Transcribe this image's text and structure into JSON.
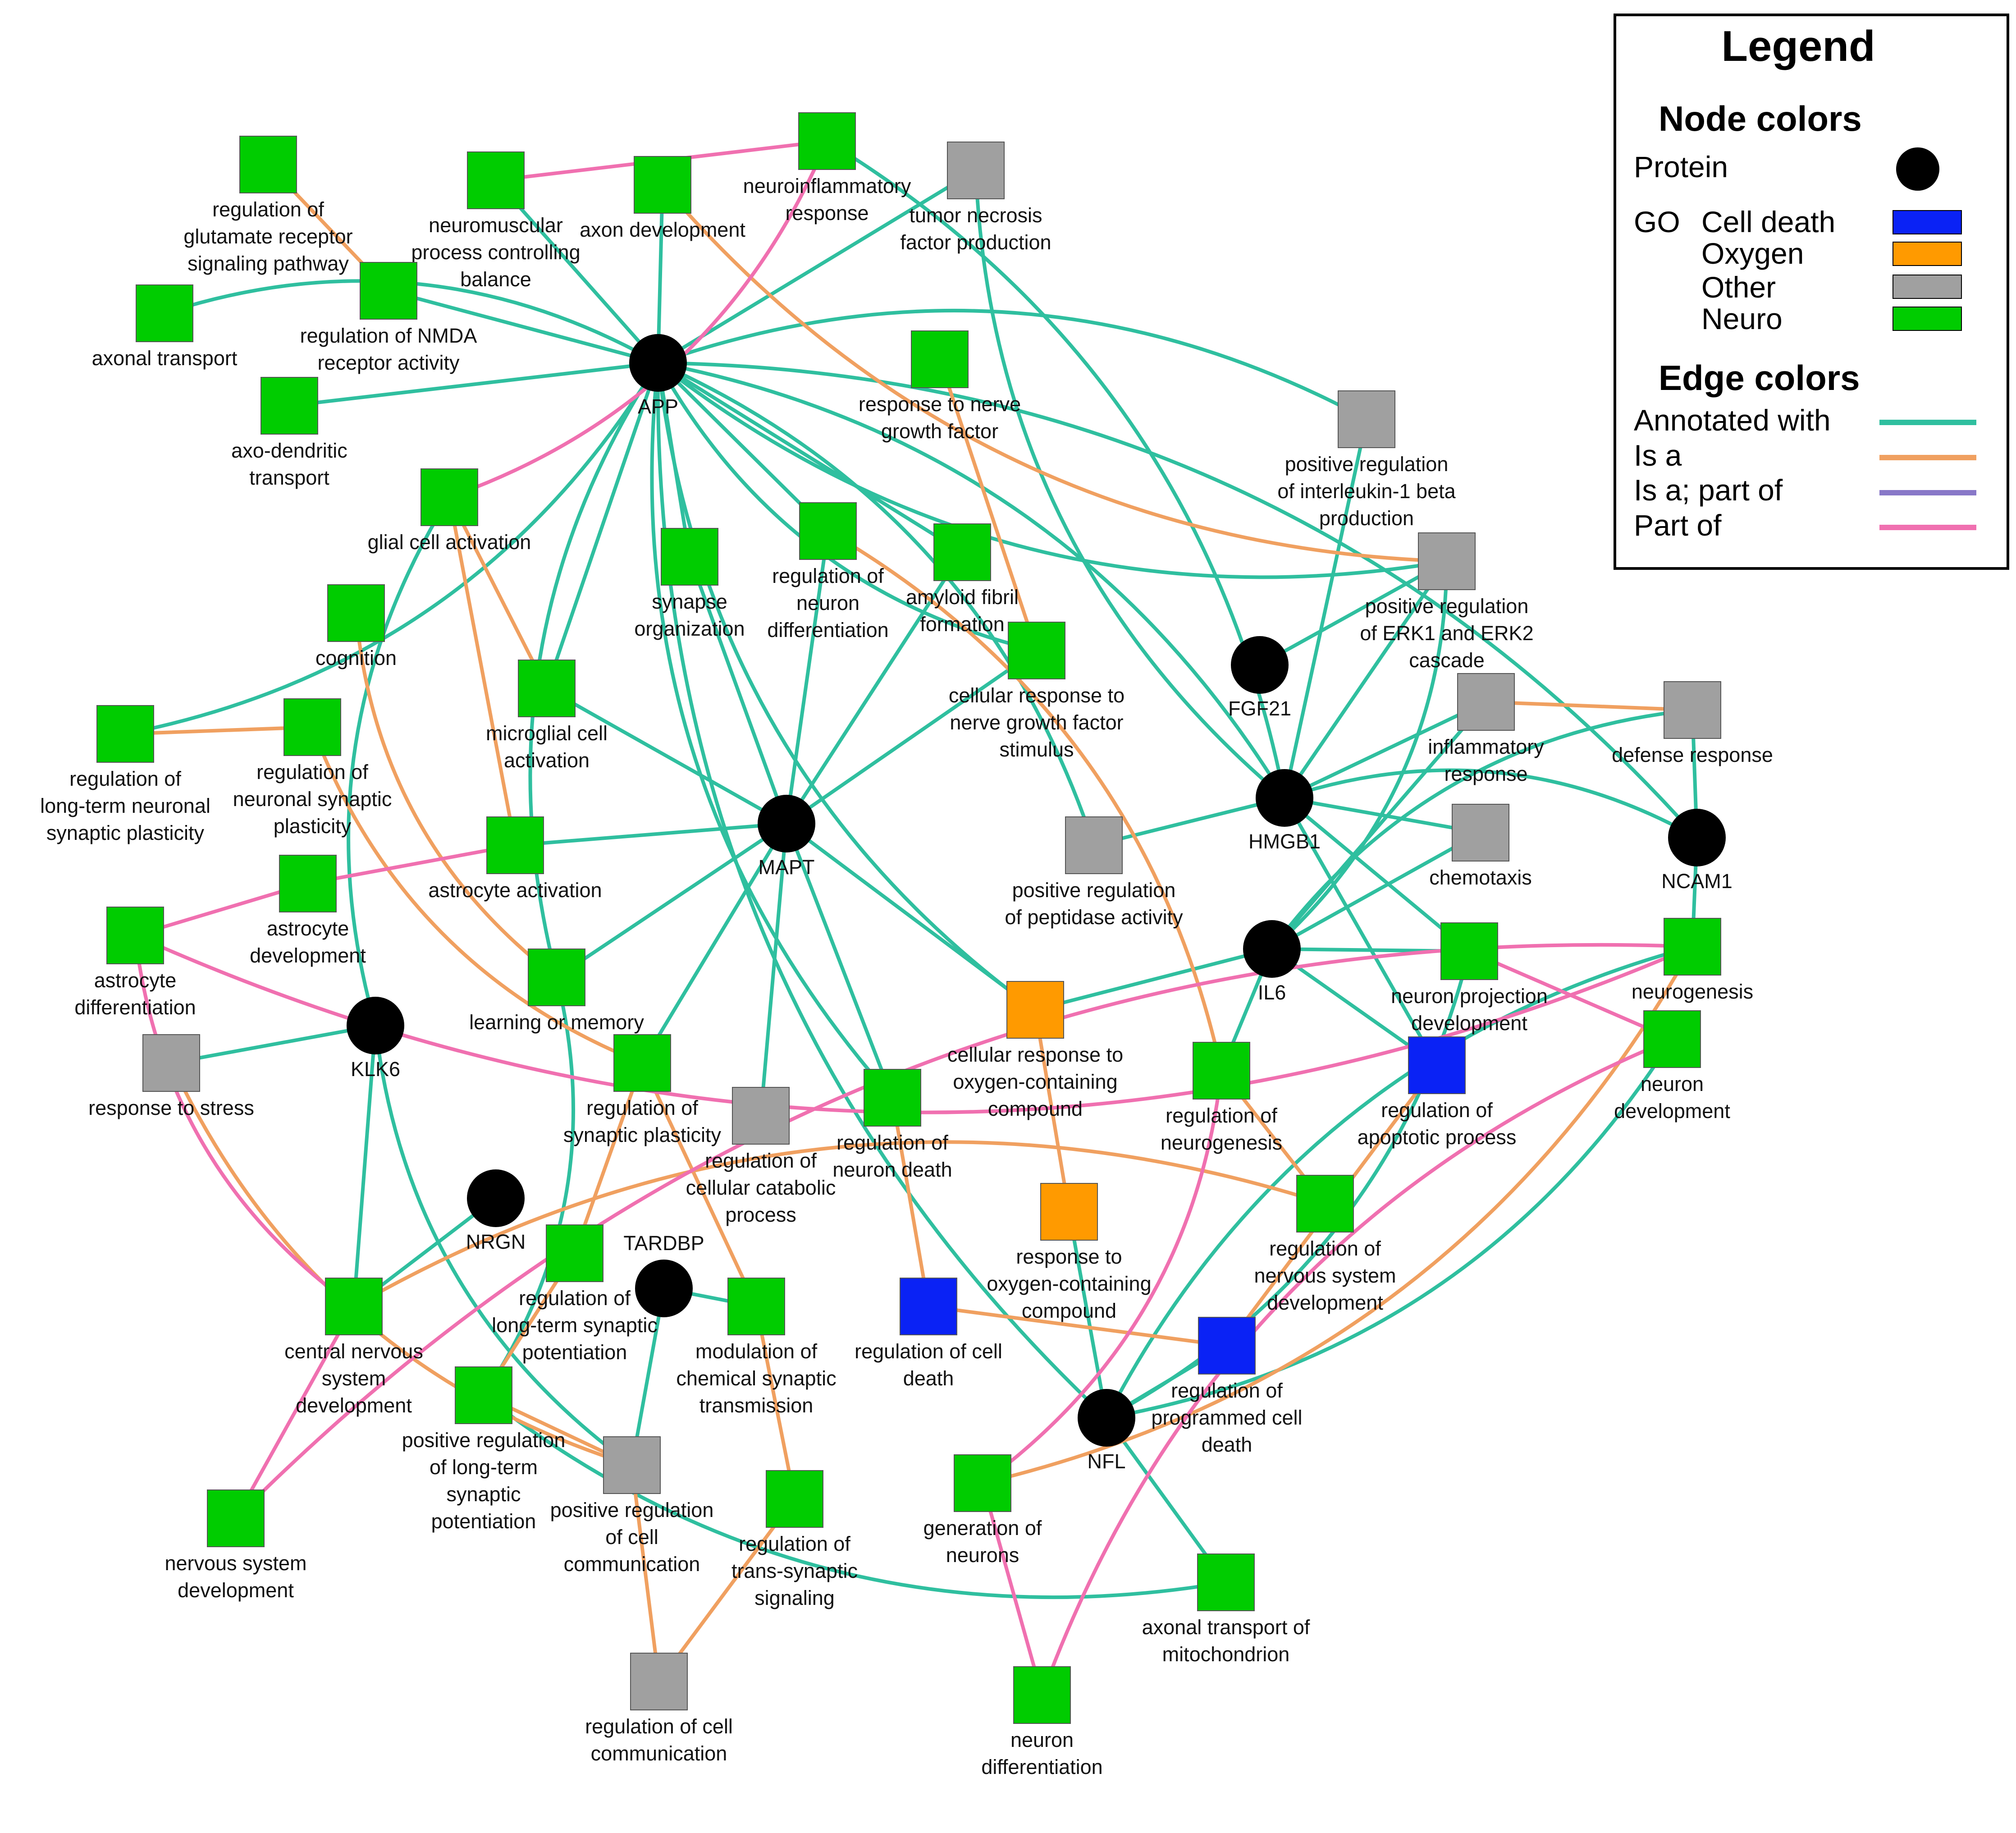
{
  "colors": {
    "node": {
      "protein": "#000000",
      "cell_death": "#0a22f5",
      "oxygen": "#ff9a00",
      "other": "#a0a0a0",
      "neuro": "#00cc00"
    },
    "edge": {
      "annotated": "#2fbf9f",
      "is_a": "#f0a060",
      "is_a_part_of": "#8878c8",
      "part_of": "#f070b0"
    }
  },
  "legend": {
    "title": "Legend",
    "node_colors_title": "Node colors",
    "protein": "Protein",
    "go": "GO",
    "cell_death": "Cell death",
    "oxygen": "Oxygen",
    "other": "Other",
    "neuro": "Neuro",
    "edge_colors_title": "Edge colors",
    "annotated_with": "Annotated with",
    "is_a": "Is a",
    "is_a_part_of": "Is a; part of",
    "part_of": "Part of"
  },
  "nodes": [
    {
      "id": "APP",
      "label": "APP",
      "kind": "protein"
    },
    {
      "id": "MAPT",
      "label": "MAPT",
      "kind": "protein"
    },
    {
      "id": "FGF21",
      "label": "FGF21",
      "kind": "protein"
    },
    {
      "id": "HMGB1",
      "label": "HMGB1",
      "kind": "protein"
    },
    {
      "id": "NCAM1",
      "label": "NCAM1",
      "kind": "protein"
    },
    {
      "id": "IL6",
      "label": "IL6",
      "kind": "protein"
    },
    {
      "id": "KLK6",
      "label": "KLK6",
      "kind": "protein"
    },
    {
      "id": "NRGN",
      "label": "NRGN",
      "kind": "protein"
    },
    {
      "id": "TARDBP",
      "label": "TARDBP",
      "kind": "protein"
    },
    {
      "id": "NFL",
      "label": "NFL",
      "kind": "protein"
    },
    {
      "id": "glut",
      "label": "regulation of glutamate receptor signaling pathway",
      "kind": "neuro"
    },
    {
      "id": "nmb",
      "label": "neuromuscular process controlling balance",
      "kind": "neuro"
    },
    {
      "id": "axdev",
      "label": "axon development",
      "kind": "neuro"
    },
    {
      "id": "neuroinf",
      "label": "neuroinflammatory response",
      "kind": "neuro"
    },
    {
      "id": "tnf",
      "label": "tumor necrosis factor production",
      "kind": "other"
    },
    {
      "id": "axtrans",
      "label": "axonal transport",
      "kind": "neuro"
    },
    {
      "id": "nmda",
      "label": "regulation of NMDA receptor activity",
      "kind": "neuro"
    },
    {
      "id": "axden",
      "label": "axo-dendritic transport",
      "kind": "neuro"
    },
    {
      "id": "rngf",
      "label": "response to nerve growth factor",
      "kind": "neuro"
    },
    {
      "id": "il1",
      "label": "positive regulation of interleukin-1 beta production",
      "kind": "other"
    },
    {
      "id": "glial",
      "label": "glial cell activation",
      "kind": "neuro"
    },
    {
      "id": "synorg",
      "label": "synapse organization",
      "kind": "neuro"
    },
    {
      "id": "rnd",
      "label": "regulation of neuron differentiation",
      "kind": "neuro"
    },
    {
      "id": "amyloid",
      "label": "amyloid fibril formation",
      "kind": "neuro"
    },
    {
      "id": "erk",
      "label": "positive regulation of ERK1 and ERK2 cascade",
      "kind": "other"
    },
    {
      "id": "cognition",
      "label": "cognition",
      "kind": "neuro"
    },
    {
      "id": "crngf",
      "label": "cellular response to nerve growth factor stimulus",
      "kind": "neuro"
    },
    {
      "id": "microglia",
      "label": "microglial cell activation",
      "kind": "neuro"
    },
    {
      "id": "inflam",
      "label": "inflammatory response",
      "kind": "other"
    },
    {
      "id": "defense",
      "label": "defense response",
      "kind": "other"
    },
    {
      "id": "ltnsp",
      "label": "regulation of long-term neuronal synaptic plasticity",
      "kind": "neuro"
    },
    {
      "id": "rnsp",
      "label": "regulation of neuronal synaptic plasticity",
      "kind": "neuro"
    },
    {
      "id": "astroact",
      "label": "astrocyte activation",
      "kind": "neuro"
    },
    {
      "id": "peptidase",
      "label": "positive regulation of peptidase activity",
      "kind": "other"
    },
    {
      "id": "chemotaxis",
      "label": "chemotaxis",
      "kind": "other"
    },
    {
      "id": "astrodev",
      "label": "astrocyte development",
      "kind": "neuro"
    },
    {
      "id": "astrodiff",
      "label": "astrocyte differentiation",
      "kind": "neuro"
    },
    {
      "id": "learning",
      "label": "learning or memory",
      "kind": "neuro"
    },
    {
      "id": "cellox",
      "label": "cellular response to oxygen-containing compound",
      "kind": "oxygen"
    },
    {
      "id": "npd",
      "label": "neuron projection development",
      "kind": "neuro"
    },
    {
      "id": "neurogenesis",
      "label": "neurogenesis",
      "kind": "neuro"
    },
    {
      "id": "stress",
      "label": "response to stress",
      "kind": "other"
    },
    {
      "id": "rsp",
      "label": "regulation of synaptic plasticity",
      "kind": "neuro"
    },
    {
      "id": "catabolic",
      "label": "regulation of cellular catabolic process",
      "kind": "other"
    },
    {
      "id": "rneuron",
      "label": "regulation of neuron death",
      "kind": "neuro"
    },
    {
      "id": "rneurog",
      "label": "regulation of neurogenesis",
      "kind": "neuro"
    },
    {
      "id": "apoptotic",
      "label": "regulation of apoptotic process",
      "kind": "cell_death"
    },
    {
      "id": "ndev",
      "label": "neuron development",
      "kind": "neuro"
    },
    {
      "id": "rox",
      "label": "response to oxygen-containing compound",
      "kind": "oxygen"
    },
    {
      "id": "rnsd",
      "label": "regulation of nervous system development",
      "kind": "neuro"
    },
    {
      "id": "rltp",
      "label": "regulation of long-term synaptic potentiation",
      "kind": "neuro"
    },
    {
      "id": "mcst",
      "label": "modulation of chemical synaptic transmission",
      "kind": "neuro"
    },
    {
      "id": "rcd",
      "label": "regulation of cell death",
      "kind": "cell_death"
    },
    {
      "id": "rpcd",
      "label": "regulation of programmed cell death",
      "kind": "cell_death"
    },
    {
      "id": "cnsd",
      "label": "central nervous system development",
      "kind": "neuro"
    },
    {
      "id": "prltp",
      "label": "positive regulation of long-term synaptic potentiation",
      "kind": "neuro"
    },
    {
      "id": "prcc",
      "label": "positive regulation of cell communication",
      "kind": "other"
    },
    {
      "id": "rtss",
      "label": "regulation of trans-synaptic signaling",
      "kind": "neuro"
    },
    {
      "id": "genneur",
      "label": "generation of neurons",
      "kind": "neuro"
    },
    {
      "id": "axmito",
      "label": "axonal transport of mitochondrion",
      "kind": "neuro"
    },
    {
      "id": "nsdev",
      "label": "nervous system development",
      "kind": "neuro"
    },
    {
      "id": "rcc",
      "label": "regulation of cell communication",
      "kind": "other"
    },
    {
      "id": "ndiff",
      "label": "neuron differentiation",
      "kind": "neuro"
    }
  ],
  "edges": [
    {
      "s": "APP",
      "t": "nmb",
      "type": "annotated"
    },
    {
      "s": "APP",
      "t": "axdev",
      "type": "annotated"
    },
    {
      "s": "APP",
      "t": "tnf",
      "type": "annotated"
    },
    {
      "s": "APP",
      "t": "nmda",
      "type": "annotated"
    },
    {
      "s": "APP",
      "t": "axden",
      "type": "annotated"
    },
    {
      "s": "APP",
      "t": "axtrans",
      "type": "annotated"
    },
    {
      "s": "APP",
      "t": "il1",
      "type": "annotated"
    },
    {
      "s": "APP",
      "t": "erk",
      "type": "annotated"
    },
    {
      "s": "APP",
      "t": "synorg",
      "type": "annotated"
    },
    {
      "s": "APP",
      "t": "rnd",
      "type": "annotated"
    },
    {
      "s": "APP",
      "t": "amyloid",
      "type": "annotated"
    },
    {
      "s": "APP",
      "t": "crngf",
      "type": "annotated"
    },
    {
      "s": "APP",
      "t": "peptidase",
      "type": "annotated"
    },
    {
      "s": "APP",
      "t": "cellox",
      "type": "annotated"
    },
    {
      "s": "APP",
      "t": "ltnsp",
      "type": "annotated"
    },
    {
      "s": "APP",
      "t": "learning",
      "type": "annotated"
    },
    {
      "s": "APP",
      "t": "microglia",
      "type": "annotated"
    },
    {
      "s": "APP",
      "t": "rneuron",
      "type": "annotated"
    },
    {
      "s": "APP",
      "t": "NCAM1",
      "type": "annotated"
    },
    {
      "s": "APP",
      "t": "NFL",
      "type": "annotated"
    },
    {
      "s": "APP",
      "t": "HMGB1",
      "type": "annotated"
    },
    {
      "s": "MAPT",
      "t": "synorg",
      "type": "annotated"
    },
    {
      "s": "MAPT",
      "t": "rnd",
      "type": "annotated"
    },
    {
      "s": "MAPT",
      "t": "crngf",
      "type": "annotated"
    },
    {
      "s": "MAPT",
      "t": "astroact",
      "type": "annotated"
    },
    {
      "s": "MAPT",
      "t": "learning",
      "type": "annotated"
    },
    {
      "s": "MAPT",
      "t": "rsp",
      "type": "annotated"
    },
    {
      "s": "MAPT",
      "t": "catabolic",
      "type": "annotated"
    },
    {
      "s": "MAPT",
      "t": "rneuron",
      "type": "annotated"
    },
    {
      "s": "MAPT",
      "t": "cellox",
      "type": "annotated"
    },
    {
      "s": "MAPT",
      "t": "microglia",
      "type": "annotated"
    },
    {
      "s": "MAPT",
      "t": "amyloid",
      "type": "annotated"
    },
    {
      "s": "FGF21",
      "t": "erk",
      "type": "annotated"
    },
    {
      "s": "HMGB1",
      "t": "peptidase",
      "type": "annotated"
    },
    {
      "s": "HMGB1",
      "t": "inflam",
      "type": "annotated"
    },
    {
      "s": "HMGB1",
      "t": "chemotaxis",
      "type": "annotated"
    },
    {
      "s": "HMGB1",
      "t": "npd",
      "type": "annotated"
    },
    {
      "s": "HMGB1",
      "t": "apoptotic",
      "type": "annotated"
    },
    {
      "s": "HMGB1",
      "t": "erk",
      "type": "annotated"
    },
    {
      "s": "HMGB1",
      "t": "il1",
      "type": "annotated"
    },
    {
      "s": "HMGB1",
      "t": "tnf",
      "type": "annotated"
    },
    {
      "s": "HMGB1",
      "t": "neuroinf",
      "type": "annotated"
    },
    {
      "s": "HMGB1",
      "t": "NCAM1",
      "type": "annotated"
    },
    {
      "s": "NCAM1",
      "t": "defense",
      "type": "annotated"
    },
    {
      "s": "NCAM1",
      "t": "neurogenesis",
      "type": "annotated"
    },
    {
      "s": "IL6",
      "t": "erk",
      "type": "annotated"
    },
    {
      "s": "IL6",
      "t": "inflam",
      "type": "annotated"
    },
    {
      "s": "IL6",
      "t": "chemotaxis",
      "type": "annotated"
    },
    {
      "s": "IL6",
      "t": "npd",
      "type": "annotated"
    },
    {
      "s": "IL6",
      "t": "apoptotic",
      "type": "annotated"
    },
    {
      "s": "IL6",
      "t": "cellox",
      "type": "annotated"
    },
    {
      "s": "IL6",
      "t": "rneurog",
      "type": "annotated"
    },
    {
      "s": "IL6",
      "t": "defense",
      "type": "annotated"
    },
    {
      "s": "KLK6",
      "t": "stress",
      "type": "annotated"
    },
    {
      "s": "KLK6",
      "t": "cnsd",
      "type": "annotated"
    },
    {
      "s": "KLK6",
      "t": "prcc",
      "type": "annotated"
    },
    {
      "s": "KLK6",
      "t": "glial",
      "type": "annotated"
    },
    {
      "s": "NRGN",
      "t": "cnsd",
      "type": "annotated"
    },
    {
      "s": "TARDBP",
      "t": "prcc",
      "type": "annotated"
    },
    {
      "s": "TARDBP",
      "t": "mcst",
      "type": "annotated"
    },
    {
      "s": "NFL",
      "t": "axmito",
      "type": "annotated"
    },
    {
      "s": "NFL",
      "t": "rpcd",
      "type": "annotated"
    },
    {
      "s": "NFL",
      "t": "rox",
      "type": "annotated"
    },
    {
      "s": "NFL",
      "t": "npd",
      "type": "annotated"
    },
    {
      "s": "NFL",
      "t": "neurogenesis",
      "type": "annotated"
    },
    {
      "s": "NFL",
      "t": "ndev",
      "type": "annotated"
    },
    {
      "s": "learning",
      "t": "prltp",
      "type": "annotated"
    },
    {
      "s": "prltp",
      "t": "axmito",
      "type": "annotated"
    },
    {
      "s": "glut",
      "t": "nmda",
      "type": "is_a"
    },
    {
      "s": "axdev",
      "t": "erk",
      "type": "is_a"
    },
    {
      "s": "rngf",
      "t": "crngf",
      "type": "is_a"
    },
    {
      "s": "glial",
      "t": "microglia",
      "type": "is_a"
    },
    {
      "s": "glial",
      "t": "astroact",
      "type": "is_a"
    },
    {
      "s": "cognition",
      "t": "learning",
      "type": "is_a"
    },
    {
      "s": "ltnsp",
      "t": "rnsp",
      "type": "is_a"
    },
    {
      "s": "rnsp",
      "t": "rsp",
      "type": "is_a"
    },
    {
      "s": "rnd",
      "t": "rneurog",
      "type": "is_a"
    },
    {
      "s": "inflam",
      "t": "defense",
      "type": "is_a"
    },
    {
      "s": "cellox",
      "t": "rox",
      "type": "is_a"
    },
    {
      "s": "rneuron",
      "t": "rcd",
      "type": "is_a"
    },
    {
      "s": "rcd",
      "t": "rpcd",
      "type": "is_a"
    },
    {
      "s": "rpcd",
      "t": "apoptotic",
      "type": "is_a"
    },
    {
      "s": "rneurog",
      "t": "rnsd",
      "type": "is_a"
    },
    {
      "s": "rsp",
      "t": "rltp",
      "type": "is_a"
    },
    {
      "s": "rsp",
      "t": "mcst",
      "type": "is_a"
    },
    {
      "s": "rltp",
      "t": "prltp",
      "type": "is_a"
    },
    {
      "s": "mcst",
      "t": "rtss",
      "type": "is_a"
    },
    {
      "s": "rtss",
      "t": "rcc",
      "type": "is_a"
    },
    {
      "s": "prcc",
      "t": "rcc",
      "type": "is_a"
    },
    {
      "s": "stress",
      "t": "prcc",
      "type": "is_a"
    },
    {
      "s": "prltp",
      "t": "prcc",
      "type": "is_a"
    },
    {
      "s": "genneur",
      "t": "neurogenesis",
      "type": "is_a"
    },
    {
      "s": "cnsd",
      "t": "rnsd",
      "type": "is_a"
    },
    {
      "s": "astroact",
      "t": "astrodev",
      "type": "part_of"
    },
    {
      "s": "astrodev",
      "t": "astrodiff",
      "type": "part_of"
    },
    {
      "s": "astrodiff",
      "t": "cnsd",
      "type": "part_of"
    },
    {
      "s": "nsdev",
      "t": "cnsd",
      "type": "part_of"
    },
    {
      "s": "neuroinf",
      "t": "nmb",
      "type": "part_of"
    },
    {
      "s": "neuroinf",
      "t": "glial",
      "type": "part_of"
    },
    {
      "s": "npd",
      "t": "ndev",
      "type": "part_of"
    },
    {
      "s": "rneurog",
      "t": "genneur",
      "type": "part_of"
    },
    {
      "s": "genneur",
      "t": "ndiff",
      "type": "part_of"
    },
    {
      "s": "ndiff",
      "t": "ndev",
      "type": "part_of"
    },
    {
      "s": "neurogenesis",
      "t": "nsdev",
      "type": "part_of"
    },
    {
      "s": "neurogenesis",
      "t": "astrodiff",
      "type": "part_of"
    }
  ]
}
